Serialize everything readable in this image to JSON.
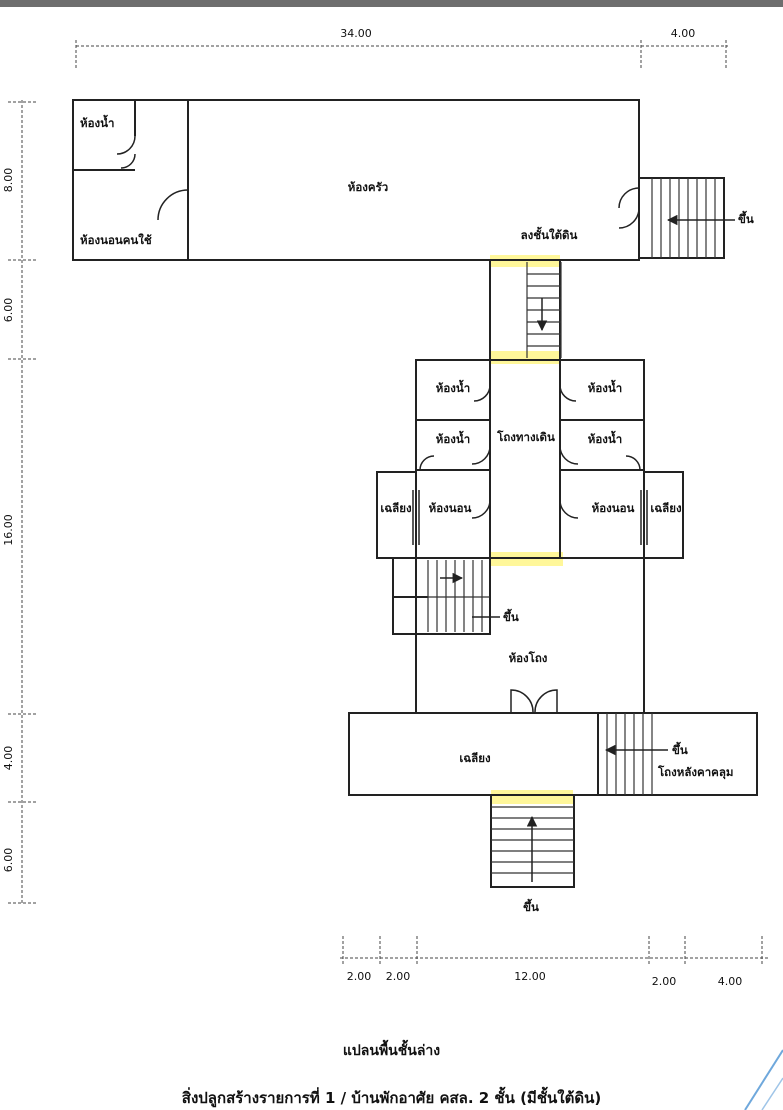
{
  "colors": {
    "wall": "#222222",
    "dim": "#444444",
    "opening": "#fff79a",
    "accent": "#6fa8dc"
  },
  "dimensions": {
    "top": [
      "34.00",
      "4.00"
    ],
    "left": [
      "8.00",
      "6.00",
      "16.00",
      "4.00",
      "6.00"
    ],
    "bottom": [
      "2.00",
      "2.00",
      "12.00",
      "2.00",
      "4.00"
    ]
  },
  "rooms": {
    "bathroom_servant": "ห้องน้ำ",
    "servant_bedroom": "ห้องนอนคนใช้",
    "kitchen": "ห้องครัว",
    "stairs_up": "ขึ้น",
    "basement_stairs": "ลงชั้นใต้ดิน",
    "bath_upper_left": "ห้องน้ำ",
    "bath_upper_right": "ห้องน้ำ",
    "corridor": "โถงทางเดิน",
    "bath_lower_left": "ห้องน้ำ",
    "bath_lower_right": "ห้องน้ำ",
    "veranda_left": "เฉลียง",
    "bedroom_left": "ห้องนอน",
    "bedroom_right": "ห้องนอน",
    "veranda_right": "เฉลียง",
    "stairs_up_inner": "ขึ้น",
    "hall": "ห้องโถง",
    "front_veranda": "เฉลียง",
    "stairs_up_side": "ขึ้น",
    "covered_porch": "โถงหลังคาคลุม",
    "stairs_up_front": "ขึ้น"
  },
  "captions": {
    "plan_title": "แปลนพื้นชั้นล่าง",
    "building_title": "สิ่งปลูกสร้างรายการที่ 1 / บ้านพักอาศัย คสล. 2 ชั้น (มีชั้นใต้ดิน)"
  }
}
